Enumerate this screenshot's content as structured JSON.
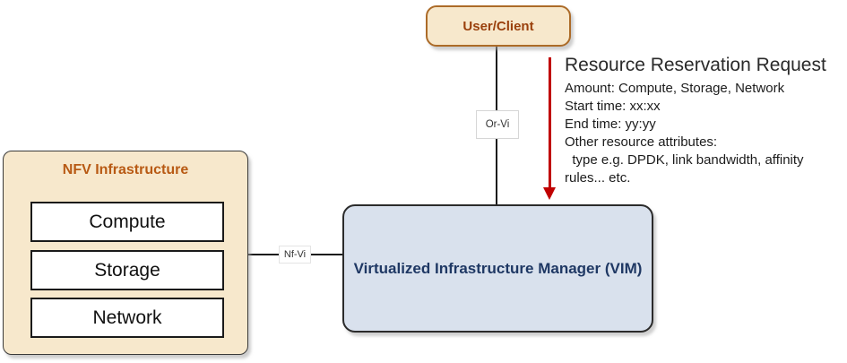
{
  "user_client": {
    "label": "User/Client"
  },
  "nfv_infrastructure": {
    "title": "NFV Infrastructure",
    "components": [
      "Compute",
      "Storage",
      "Network"
    ]
  },
  "vim": {
    "label": "Virtualized Infrastructure Manager (VIM)"
  },
  "interfaces": {
    "or_vi": "Or-Vi",
    "nf_vi": "Nf-Vi"
  },
  "annotation": {
    "title": "Resource Reservation Request",
    "lines": [
      "Amount: Compute, Storage, Network",
      "Start time: xx:xx",
      "End time: yy:yy",
      "Other resource attributes:",
      "  type e.g. DPDK, link bandwidth, affinity",
      "rules... etc."
    ]
  },
  "colors": {
    "tan_fill": "#F7E8CC",
    "tan_border_brown": "#AC6B28",
    "rust_text": "#9A400C",
    "nfv_title_orange": "#B85A14",
    "vim_fill": "#D9E1ED",
    "vim_text_navy": "#1F3864",
    "arrow_red": "#C00000",
    "line_black": "#1A1A1A"
  }
}
